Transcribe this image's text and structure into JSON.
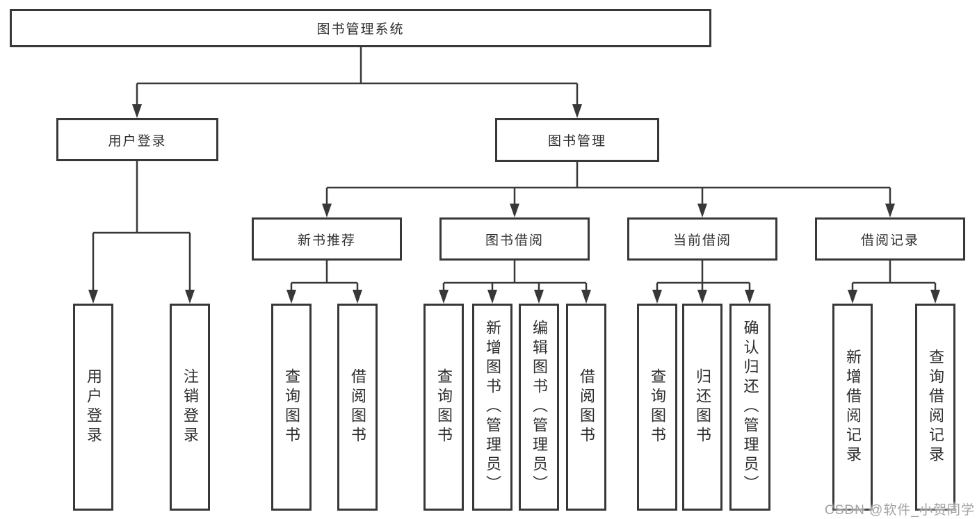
{
  "watermark": "CSDN @软件_小贺同学",
  "tree": {
    "label": "图书管理系统",
    "children": [
      {
        "label": "用户登录",
        "children": [
          {
            "label": "用户登录"
          },
          {
            "label": "注销登录"
          }
        ]
      },
      {
        "label": "图书管理",
        "children": [
          {
            "label": "新书推荐",
            "children": [
              {
                "label": "查询图书"
              },
              {
                "label": "借阅图书"
              }
            ]
          },
          {
            "label": "图书借阅",
            "children": [
              {
                "label": "查询图书"
              },
              {
                "label": "新增图书（管理员）"
              },
              {
                "label": "编辑图书（管理员）"
              },
              {
                "label": "借阅图书"
              }
            ]
          },
          {
            "label": "当前借阅",
            "children": [
              {
                "label": "查询图书"
              },
              {
                "label": "归还图书"
              },
              {
                "label": "确认归还（管理员）"
              }
            ]
          },
          {
            "label": "借阅记录",
            "children": [
              {
                "label": "新增借阅记录"
              },
              {
                "label": "查询借阅记录"
              }
            ]
          }
        ]
      }
    ]
  },
  "colors": {
    "line": "#383838",
    "text": "#2e2e2e",
    "watermark": "#a2a2a2",
    "background": "#ffffff"
  }
}
